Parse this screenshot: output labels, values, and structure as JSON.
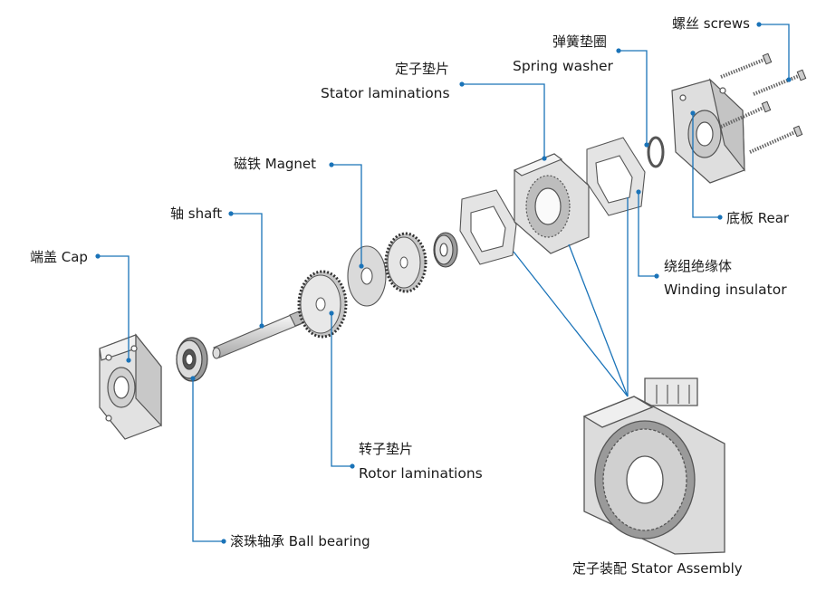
{
  "labels": {
    "screws": "螺丝 screws",
    "spring_washer_cn": "弹簧垫圈",
    "spring_washer_en": "Spring washer",
    "stator_lam_cn": "定子垫片",
    "stator_lam_en": "Stator laminations",
    "magnet": "磁铁 Magnet",
    "shaft": "轴 shaft",
    "cap": "端盖 Cap",
    "rear": "底板  Rear",
    "winding_cn": "绕组绝缘体",
    "winding_en": "Winding insulator",
    "rotor_lam_cn": "转子垫片",
    "rotor_lam_en": "Rotor laminations",
    "ball_bearing": "滚珠轴承 Ball bearing",
    "stator_assembly": "定子装配 Stator Assembly"
  },
  "colors": {
    "leader_line": "#1a73b8",
    "dot": "#1a73b8",
    "part_fill": "#e6e6e6",
    "part_stroke": "#555555"
  }
}
